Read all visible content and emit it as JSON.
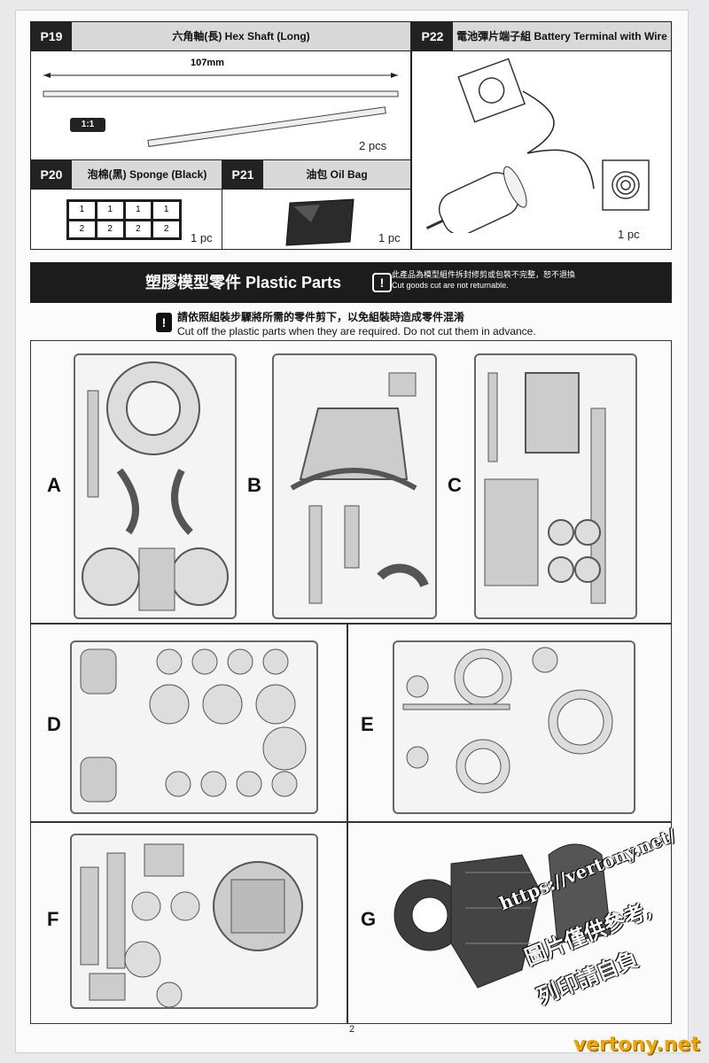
{
  "parts": {
    "p19": {
      "code": "P19",
      "title": "六角軸(長) Hex Shaft (Long)",
      "length": "107mm",
      "scale": "1:1",
      "qty": "2 pcs"
    },
    "p22": {
      "code": "P22",
      "title": "電池彈片端子組 Battery Terminal with Wire",
      "qty": "1 pc"
    },
    "p20": {
      "code": "P20",
      "title": "泡棉(黑) Sponge (Black)",
      "qty": "1 pc",
      "cells_top": [
        "1",
        "1",
        "1",
        "1"
      ],
      "cells_bottom": [
        "2",
        "2",
        "2",
        "2"
      ]
    },
    "p21": {
      "code": "P21",
      "title": "油包 Oil Bag",
      "qty": "1 pc"
    }
  },
  "plastic": {
    "title": "塑膠模型零件 Plastic Parts",
    "notice_icon": "!",
    "notice_zh": "此產品為模型組件拆封修剪或包裝不完整，恕不退換",
    "notice_en": "Cut goods cut are not returnable.",
    "instruction_zh": "請依照組裝步驟將所需的零件剪下，以免組裝時造成零件混淆",
    "instruction_en": "Cut off the plastic parts when they are required. Do not cut them in advance."
  },
  "sprues": [
    "A",
    "B",
    "C",
    "D",
    "E",
    "F",
    "G"
  ],
  "page_number": "2",
  "watermark": {
    "url": "https://vertony.net/",
    "line1": "圖片僅供參考,",
    "line2": "列印請自負",
    "brand": "vertony.net"
  }
}
